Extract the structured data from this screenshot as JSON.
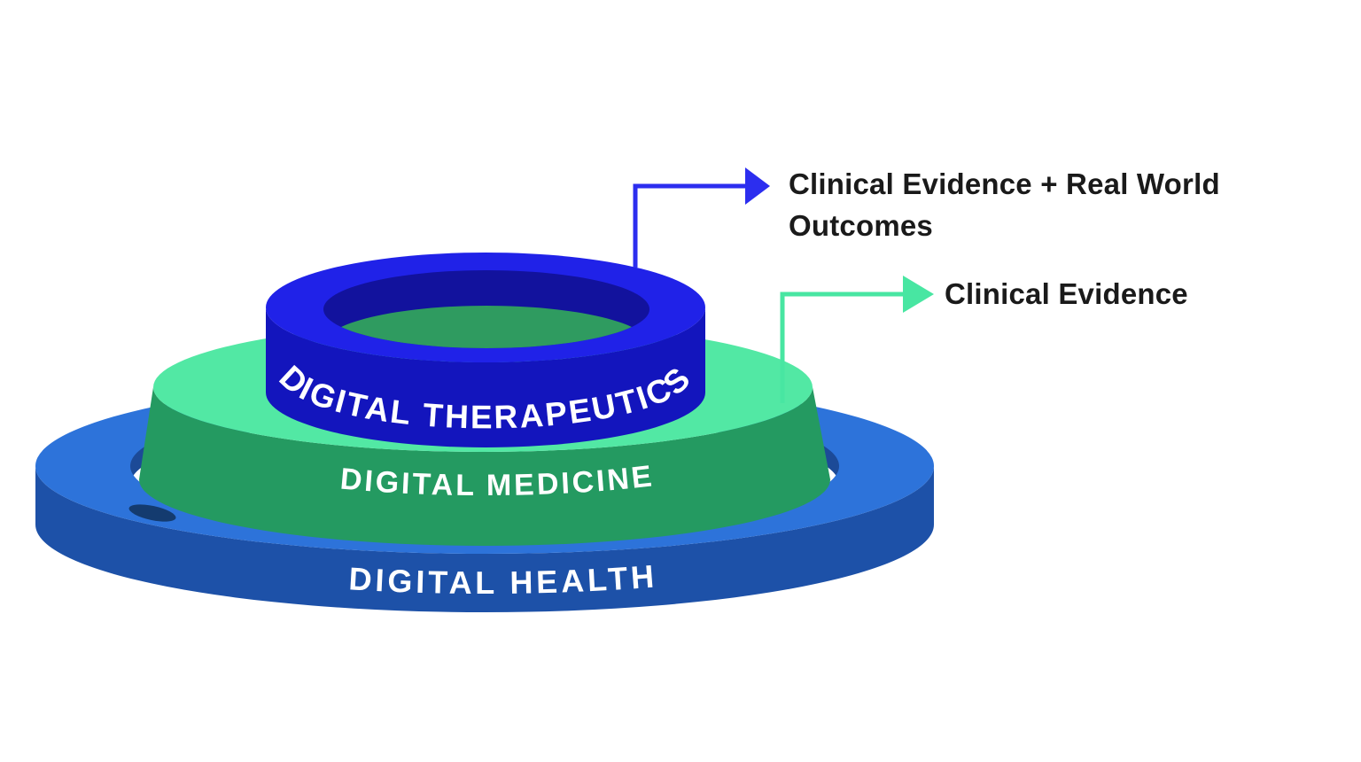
{
  "diagram": {
    "title_hidden": "",
    "background": "#ffffff",
    "tiers": [
      {
        "id": "digital-health",
        "label": "DIGITAL HEALTH",
        "top_color": "#2D73DA",
        "face_color": "#1D51A8",
        "wall_color": "#1C4A97",
        "floor_color": "#ffffff",
        "shadow_color": "#123563"
      },
      {
        "id": "digital-medicine",
        "label": "DIGITAL MEDICINE",
        "top_color": "#52E8A4",
        "face_color": "#249A61",
        "interior_color": "#2F9B60"
      },
      {
        "id": "digital-therapeutics",
        "label": "DIGITAL THERAPEUTICS",
        "top_color": "#2022E8",
        "face_color": "#1315BD",
        "wall_color": "#12129D",
        "interior_color": "#2F9B60"
      }
    ],
    "callouts": [
      {
        "id": "clinical-evidence-rwo",
        "label_line1": "Clinical Evidence + Real World",
        "label_line2": "Outcomes",
        "arrow_color": "#2C2EEF",
        "points_to": "digital-therapeutics"
      },
      {
        "id": "clinical-evidence",
        "label": "Clinical Evidence",
        "arrow_color": "#48E6A2",
        "points_to": "digital-medicine"
      }
    ],
    "label_text_color": "#1A1A1A",
    "ring_text_color": "#FFFFFF"
  }
}
